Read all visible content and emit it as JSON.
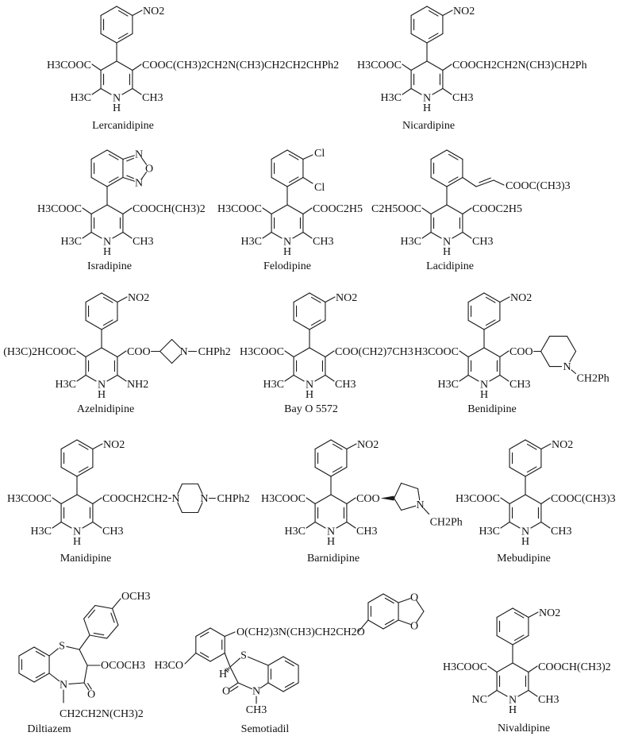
{
  "labels": {
    "ring_n": "N",
    "ring_h": "H"
  },
  "compounds": [
    {
      "name": "Lercanidipine",
      "left": "H3COOC",
      "right": "COOC(CH3)2CH2N(CH3)CH2CH2CHPh2",
      "c2": "H3C",
      "c6": "CH3",
      "aryl": {
        "type": "3-nitrophenyl",
        "labels": [
          "NO2"
        ]
      }
    },
    {
      "name": "Nicardipine",
      "left": "H3COOC",
      "right": "COOCH2CH2N(CH3)CH2Ph",
      "c2": "H3C",
      "c6": "CH3",
      "aryl": {
        "type": "3-nitrophenyl",
        "labels": [
          "NO2"
        ]
      }
    },
    {
      "name": "Isradipine",
      "left": "H3COOC",
      "right": "COOCH(CH3)2",
      "c2": "H3C",
      "c6": "CH3",
      "aryl": {
        "type": "benzoxadiazole",
        "labels": [
          "N",
          "O",
          "N"
        ]
      }
    },
    {
      "name": "Felodipine",
      "left": "H3COOC",
      "right": "COOC2H5",
      "c2": "H3C",
      "c6": "CH3",
      "aryl": {
        "type": "2,3-dichlorophenyl",
        "labels": [
          "Cl",
          "Cl"
        ]
      }
    },
    {
      "name": "Lacidipine",
      "left": "C2H5OOC",
      "right": "COOC2H5",
      "c2": "H3C",
      "c6": "CH3",
      "aryl": {
        "type": "cinnamate-phenyl",
        "labels": [
          "COOC(CH3)3"
        ]
      }
    },
    {
      "name": "Azelnidipine",
      "left": "(H3C)2HCOOC",
      "right": "COO",
      "c2": "H3C",
      "c6": "NH2",
      "aryl": {
        "type": "3-nitrophenyl",
        "labels": [
          "NO2"
        ]
      },
      "tail": {
        "type": "azetidine",
        "n": "N",
        "sub": "CHPh2"
      }
    },
    {
      "name": "Bay O 5572",
      "left": "H3COOC",
      "right": "COO(CH2)7CH3",
      "c2": "H3C",
      "c6": "CH3",
      "aryl": {
        "type": "3-nitrophenyl",
        "labels": [
          "NO2"
        ]
      }
    },
    {
      "name": "Benidipine",
      "left": "H3COOC",
      "right": "COO",
      "c2": "H3C",
      "c6": "CH3",
      "aryl": {
        "type": "3-nitrophenyl",
        "labels": [
          "NO2"
        ]
      },
      "tail": {
        "type": "piperidine",
        "n": "N",
        "sub": "CH2Ph"
      }
    },
    {
      "name": "Manidipine",
      "left": "H3COOC",
      "right": "COOCH2CH2",
      "c2": "H3C",
      "c6": "CH3",
      "aryl": {
        "type": "3-nitrophenyl",
        "labels": [
          "NO2"
        ]
      },
      "tail": {
        "type": "piperazine",
        "n": "N",
        "n2": "N",
        "sub": "CHPh2"
      }
    },
    {
      "name": "Barnidipine",
      "left": "H3COOC",
      "right": "COO",
      "c2": "H3C",
      "c6": "CH3",
      "aryl": {
        "type": "3-nitrophenyl",
        "labels": [
          "NO2"
        ]
      },
      "tail": {
        "type": "pyrrolidine",
        "n": "N",
        "sub": "CH2Ph"
      }
    },
    {
      "name": "Mebudipine",
      "left": "H3COOC",
      "right": "COOC(CH3)3",
      "c2": "H3C",
      "c6": "CH3",
      "aryl": {
        "type": "3-nitrophenyl",
        "labels": [
          "NO2"
        ]
      }
    },
    {
      "name": "Nivaldipine",
      "left": "H3COOC",
      "right": "COOCH(CH3)2",
      "c2": "NC",
      "c6": "CH3",
      "aryl": {
        "type": "3-nitrophenyl",
        "labels": [
          "NO2"
        ]
      }
    }
  ],
  "diltiazem": {
    "name": "Diltiazem",
    "s": "S",
    "ester": "OCOCH3",
    "n": "N",
    "o": "O",
    "n_sub": "CH2CH2N(CH3)2",
    "methoxy": "OCH3"
  },
  "semotiadil": {
    "name": "Semotiadil",
    "s": "S",
    "h": "H",
    "o": "O",
    "n": "N",
    "n_sub": "CH3",
    "methoxy": "H3CO",
    "chain": "O(CH2)3N(CH3)CH2CH2O",
    "dioxole_o1": "O",
    "dioxole_o2": "O"
  }
}
